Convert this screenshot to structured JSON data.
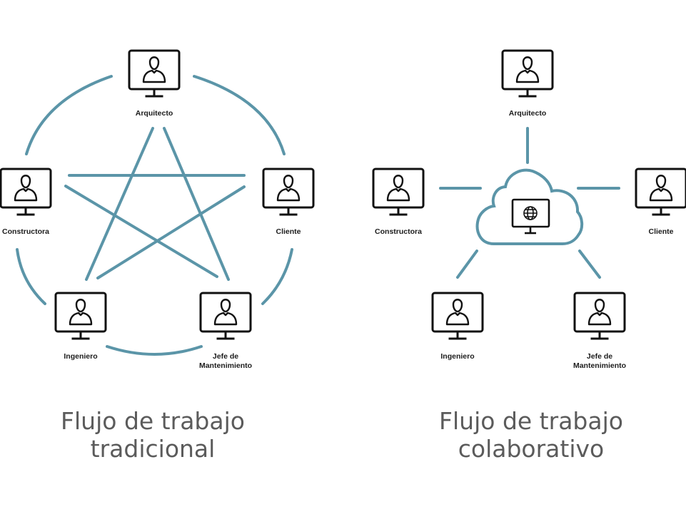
{
  "traditional": {
    "title_line1": "Flujo de trabajo",
    "title_line2": "tradicional",
    "nodes": {
      "arquitecto": "Arquitecto",
      "constructora": "Constructora",
      "cliente": "Cliente",
      "ingeniero": "Ingeniero",
      "jefe_line1": "Jefe de",
      "jefe_line2": "Mantenimiento"
    }
  },
  "collaborative": {
    "title_line1": "Flujo de trabajo",
    "title_line2": "colaborativo",
    "nodes": {
      "arquitecto": "Arquitecto",
      "constructora": "Constructora",
      "cliente": "Cliente",
      "ingeniero": "Ingeniero",
      "jefe_line1": "Jefe de",
      "jefe_line2": "Mantenimiento"
    }
  },
  "icons": {
    "user_station": "user-monitor-icon",
    "cloud": "cloud-icon",
    "globe": "globe-icon"
  },
  "colors": {
    "connector": "#5b95a8",
    "outline": "#111111",
    "caption": "#5b5b5b"
  }
}
